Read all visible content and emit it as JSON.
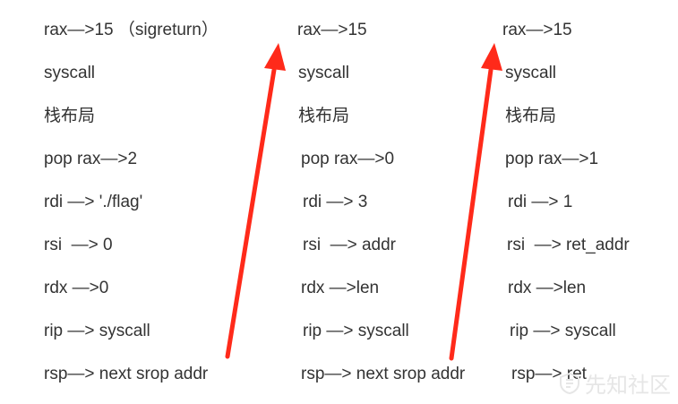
{
  "columns": [
    {
      "lines": [
        "rax—>15 （sigreturn）",
        "syscall",
        "栈布局",
        "pop rax—>2",
        "rdi —> './flag'",
        "rsi  —> 0",
        "rdx —>0",
        "rip —> syscall",
        "rsp—> next srop addr"
      ]
    },
    {
      "lines": [
        "rax—>15",
        "syscall",
        "栈布局",
        "pop rax—>0",
        "rdi —> 3",
        "rsi  —> addr",
        "rdx —>len",
        "rip —> syscall",
        "rsp—> next srop addr"
      ]
    },
    {
      "lines": [
        "rax—>15",
        "syscall",
        "栈布局",
        "pop rax—>1",
        "rdi —> 1",
        "rsi  —> ret_addr",
        "rdx —>len",
        "rip —> syscall",
        "rsp—> ret"
      ]
    }
  ],
  "arrow_color": "#ff2a1a",
  "watermark": "先知社区"
}
